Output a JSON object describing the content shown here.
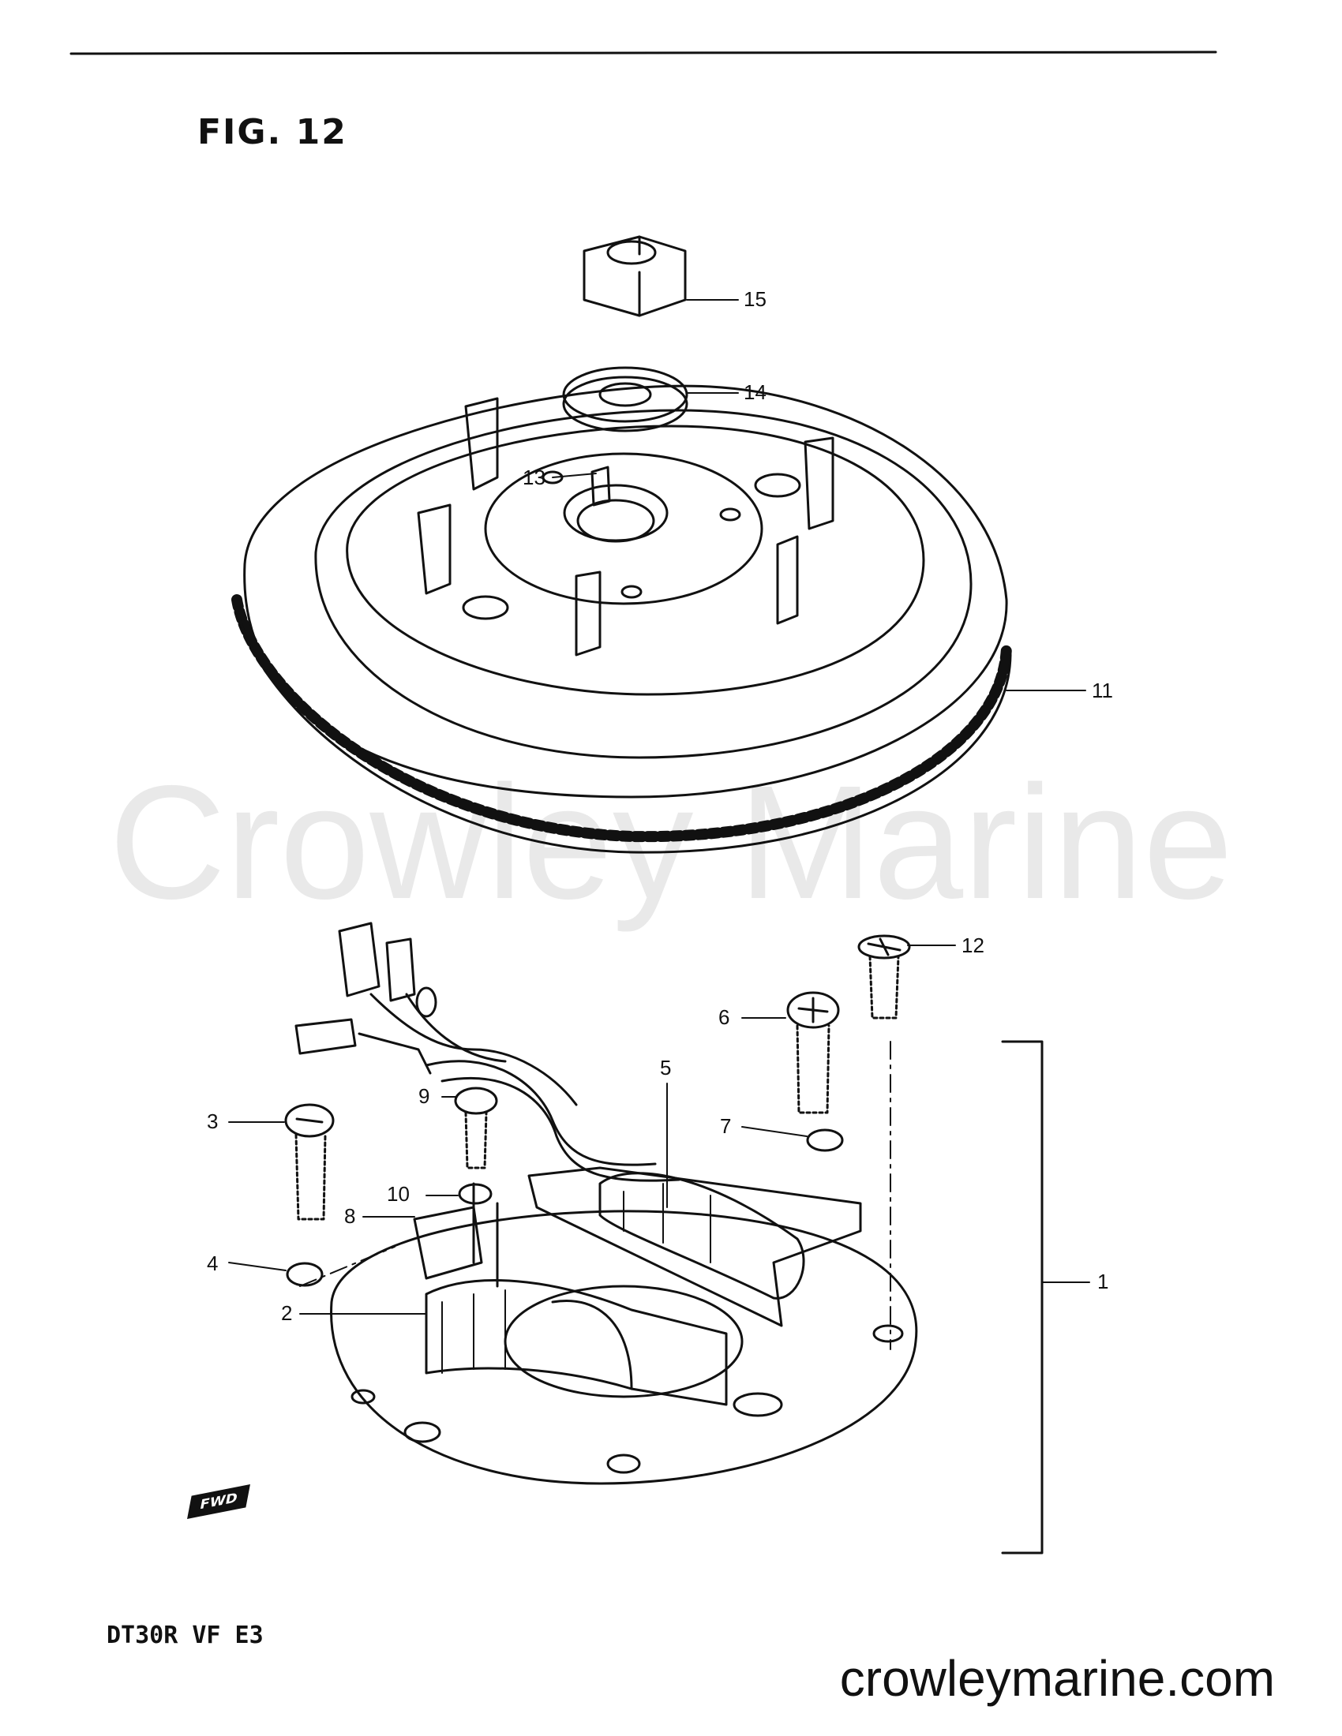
{
  "figure": {
    "title": "FIG. 12",
    "model_code": "DT30R VF E3"
  },
  "watermark": "Crowley Marine",
  "site_footer": "crowleymarine.com",
  "direction_marker": "FWD",
  "callouts": [
    {
      "id": "15",
      "label": "15"
    },
    {
      "id": "14",
      "label": "14"
    },
    {
      "id": "13",
      "label": "13"
    },
    {
      "id": "11",
      "label": "11"
    },
    {
      "id": "12",
      "label": "12"
    },
    {
      "id": "6",
      "label": "6"
    },
    {
      "id": "5",
      "label": "5"
    },
    {
      "id": "3",
      "label": "3"
    },
    {
      "id": "9",
      "label": "9"
    },
    {
      "id": "7",
      "label": "7"
    },
    {
      "id": "10",
      "label": "10"
    },
    {
      "id": "8",
      "label": "8"
    },
    {
      "id": "4",
      "label": "4"
    },
    {
      "id": "2",
      "label": "2"
    },
    {
      "id": "1",
      "label": "1"
    }
  ]
}
